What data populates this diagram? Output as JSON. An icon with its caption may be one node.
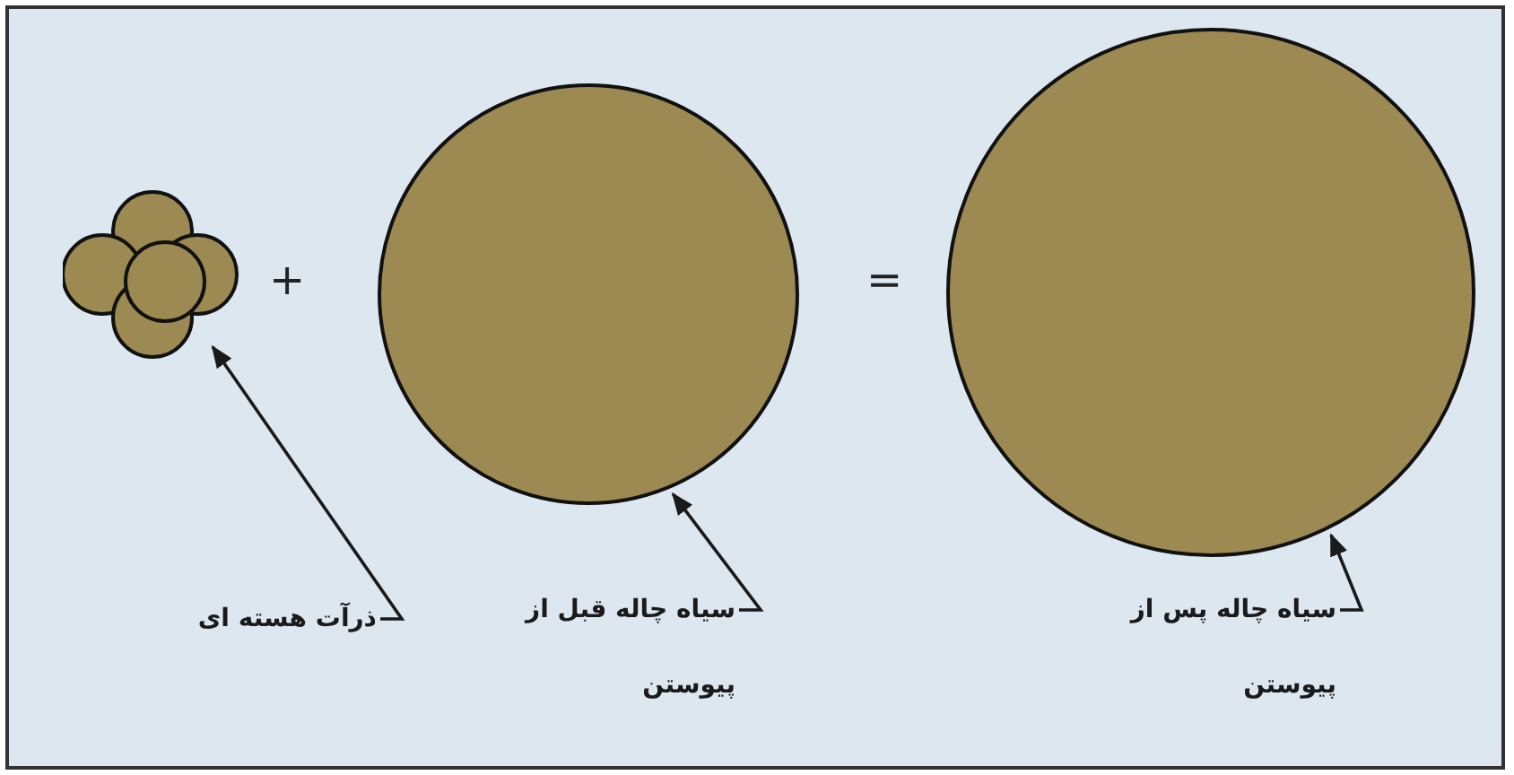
{
  "diagram": {
    "nodes": [
      {
        "text": [],
        "shape": "picture"
      },
      {
        "text": [],
        "shape": "circle"
      },
      {
        "text": [],
        "shape": "circle"
      },
      {
        "text": [
          "ذرآت هسته ای"
        ]
      },
      {
        "text": [
          "سیاه چاله قبل از پیوستن"
        ]
      },
      {
        "text": [
          "سیاه چاله پس از پیوستن"
        ]
      }
    ],
    "edges": [
      {
        "from": 3,
        "to": 0,
        "arrow": "to"
      },
      {
        "from": 4,
        "to": 1,
        "arrow": "to"
      },
      {
        "from": 5,
        "to": 2,
        "arrow": "to"
      }
    ],
    "labels": [
      "+",
      "="
    ]
  }
}
